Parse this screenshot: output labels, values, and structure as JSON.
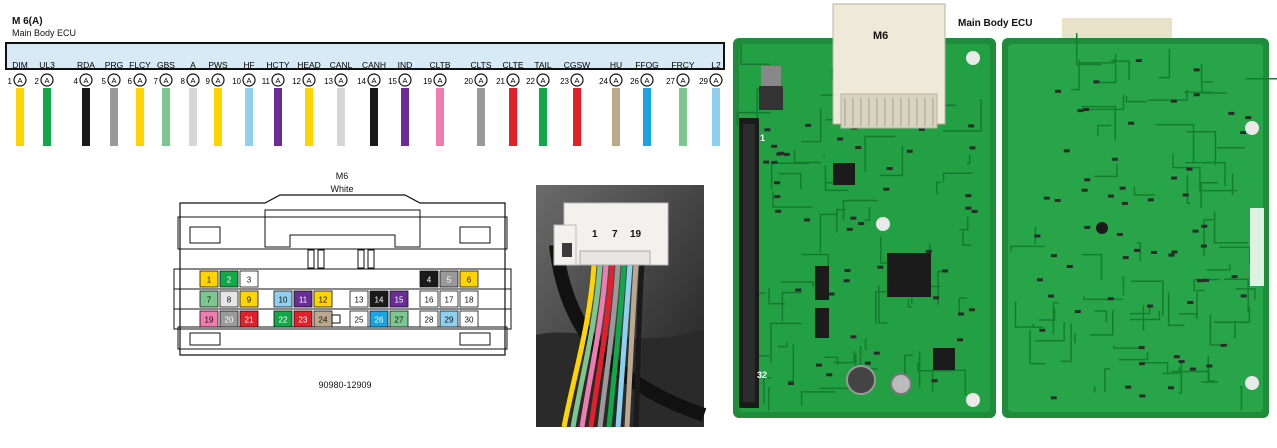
{
  "header": {
    "connector_id": "M 6(A)",
    "connector_name": "Main Body ECU"
  },
  "pins": [
    {
      "num": "1",
      "label": "DIM",
      "color": "#ffd400"
    },
    {
      "num": "2",
      "label": "UL3",
      "color": "#11a84a"
    },
    {
      "num": "4",
      "label": "RDA",
      "color": "#1a1a1a"
    },
    {
      "num": "5",
      "label": "PRG",
      "color": "#9a9a9a"
    },
    {
      "num": "6",
      "label": "FLCY",
      "color": "#ffd400"
    },
    {
      "num": "7",
      "label": "GBS",
      "color": "#7cc690"
    },
    {
      "num": "8",
      "label": "A",
      "color": "#d6d6d6"
    },
    {
      "num": "9",
      "label": "PWS",
      "color": "#ffd400"
    },
    {
      "num": "10",
      "label": "HF",
      "color": "#8fd0ef"
    },
    {
      "num": "11",
      "label": "HCTY",
      "color": "#6a2d96"
    },
    {
      "num": "12",
      "label": "HEAD",
      "color": "#ffd400"
    },
    {
      "num": "13",
      "label": "CANL",
      "color": "#d6d6d6"
    },
    {
      "num": "14",
      "label": "CANH",
      "color": "#1a1a1a"
    },
    {
      "num": "15",
      "label": "IND",
      "color": "#6a2d96"
    },
    {
      "num": "19",
      "label": "CLTB",
      "color": "#f07bb0"
    },
    {
      "num": "20",
      "label": "CLTS",
      "color": "#9a9a9a"
    },
    {
      "num": "21",
      "label": "CLTE",
      "color": "#e3202a"
    },
    {
      "num": "22",
      "label": "TAIL",
      "color": "#11a84a"
    },
    {
      "num": "23",
      "label": "CGSW",
      "color": "#e3202a"
    },
    {
      "num": "24",
      "label": "HU",
      "color": "#bba88e"
    },
    {
      "num": "26",
      "label": "FFOG",
      "color": "#1aa4e4"
    },
    {
      "num": "27",
      "label": "FRCY",
      "color": "#7cc690"
    },
    {
      "num": "29",
      "label": "L2",
      "color": "#8fd0ef"
    }
  ],
  "pin_marker": "A",
  "connector": {
    "name": "M6",
    "color_label": "White",
    "part_number": "90980-12909",
    "cells": [
      {
        "num": "1",
        "color": "#ffd400"
      },
      {
        "num": "2",
        "color": "#11a84a"
      },
      {
        "num": "3",
        "color": "#ffffff"
      },
      {
        "num": "4",
        "color": "#1a1a1a"
      },
      {
        "num": "5",
        "color": "#9a9a9a"
      },
      {
        "num": "6",
        "color": "#ffd400"
      },
      {
        "num": "7",
        "color": "#7cc690"
      },
      {
        "num": "8",
        "color": "#e6e6e6"
      },
      {
        "num": "9",
        "color": "#ffd400"
      },
      {
        "num": "10",
        "color": "#8fd0ef"
      },
      {
        "num": "11",
        "color": "#6a2d96"
      },
      {
        "num": "12",
        "color": "#ffd400"
      },
      {
        "num": "13",
        "color": "#ffffff"
      },
      {
        "num": "14",
        "color": "#1a1a1a"
      },
      {
        "num": "15",
        "color": "#6a2d96"
      },
      {
        "num": "16",
        "color": "#ffffff"
      },
      {
        "num": "17",
        "color": "#ffffff"
      },
      {
        "num": "18",
        "color": "#ffffff"
      },
      {
        "num": "19",
        "color": "#f07bb0"
      },
      {
        "num": "20",
        "color": "#9a9a9a"
      },
      {
        "num": "21",
        "color": "#e3202a"
      },
      {
        "num": "22",
        "color": "#11a84a"
      },
      {
        "num": "23",
        "color": "#e3202a"
      },
      {
        "num": "24",
        "color": "#bba88e"
      },
      {
        "num": "25",
        "color": "#ffffff"
      },
      {
        "num": "26",
        "color": "#1aa4e4"
      },
      {
        "num": "27",
        "color": "#7cc690"
      },
      {
        "num": "28",
        "color": "#ffffff"
      },
      {
        "num": "29",
        "color": "#8fd0ef"
      },
      {
        "num": "30",
        "color": "#ffffff"
      }
    ]
  },
  "photo_plug": {
    "labels": [
      "1",
      "7",
      "19"
    ],
    "wire_colors": [
      "#ffd400",
      "#7cc690",
      "#f07bb0",
      "#e3202a",
      "#9a9a9a",
      "#11a84a",
      "#8fd0ef",
      "#bba88e",
      "#1a1a1a"
    ]
  },
  "photo_pcb": {
    "title": "Main Body ECU",
    "plug_label": "M6",
    "pin_first": "1",
    "pin_last": "32"
  }
}
